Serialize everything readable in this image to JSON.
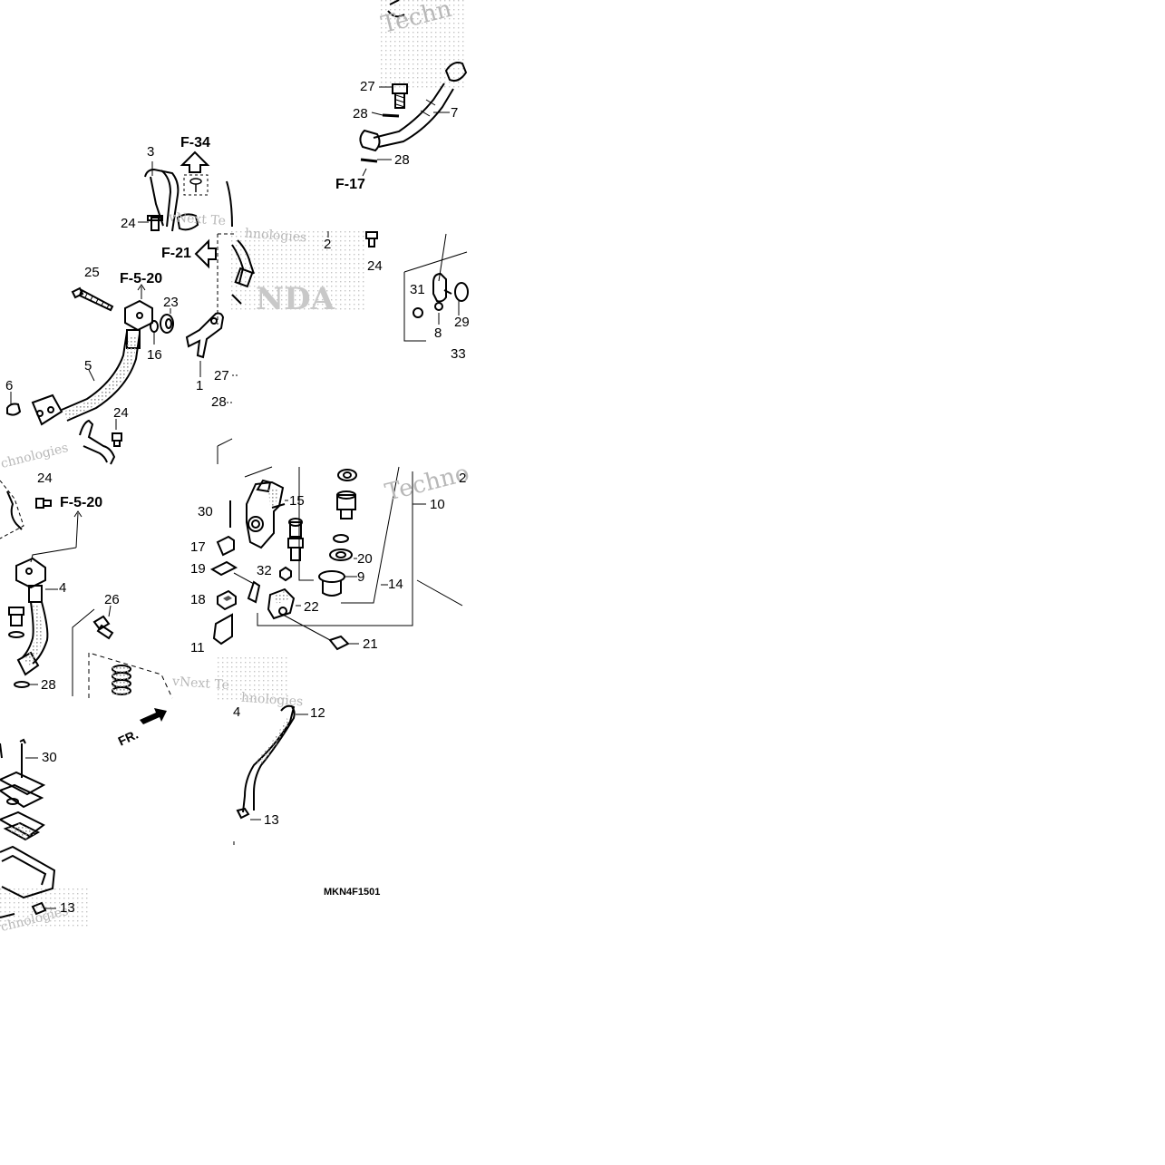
{
  "diagram": {
    "code": "MKN4F1501",
    "front_marker": "FR.",
    "refs": {
      "f34": "F-34",
      "f17": "F-17",
      "f21": "F-21",
      "f520_top": "F-5-20",
      "f520_bot": "F-5-20"
    },
    "watermarks": {
      "w1": "Techn",
      "w2": "vNext Te",
      "w3": "hnologies",
      "w4": "chnologies",
      "w5": "Techno",
      "w6": "vNext Te",
      "w7": "hnologies",
      "w8": "chnologies",
      "w9": "NDA"
    },
    "callouts": {
      "c27a": "27",
      "c28a": "28",
      "c7": "7",
      "c28b": "28",
      "c3": "3",
      "c24a": "24",
      "c2": "2",
      "c24b": "24",
      "c25": "25",
      "c23": "23",
      "c16": "16",
      "c5": "5",
      "c1": "1",
      "c27b": "27",
      "c28c": "28",
      "c6": "6",
      "c24c": "24",
      "c31": "31",
      "c8": "8",
      "c29": "29",
      "c33": "33",
      "c24d": "24",
      "c4": "4",
      "c28d": "28",
      "c26": "26",
      "c30a": "30",
      "c17": "17",
      "c19": "19",
      "c18": "18",
      "c11": "11",
      "c15": "15",
      "c32": "32",
      "c22": "22",
      "c21": "21",
      "c20": "20",
      "c9": "9",
      "c14": "14",
      "c10": "10",
      "c2b": "2",
      "c12": "12",
      "c13a": "13",
      "c4b": "4",
      "c30b": "30",
      "c13b": "13"
    }
  }
}
